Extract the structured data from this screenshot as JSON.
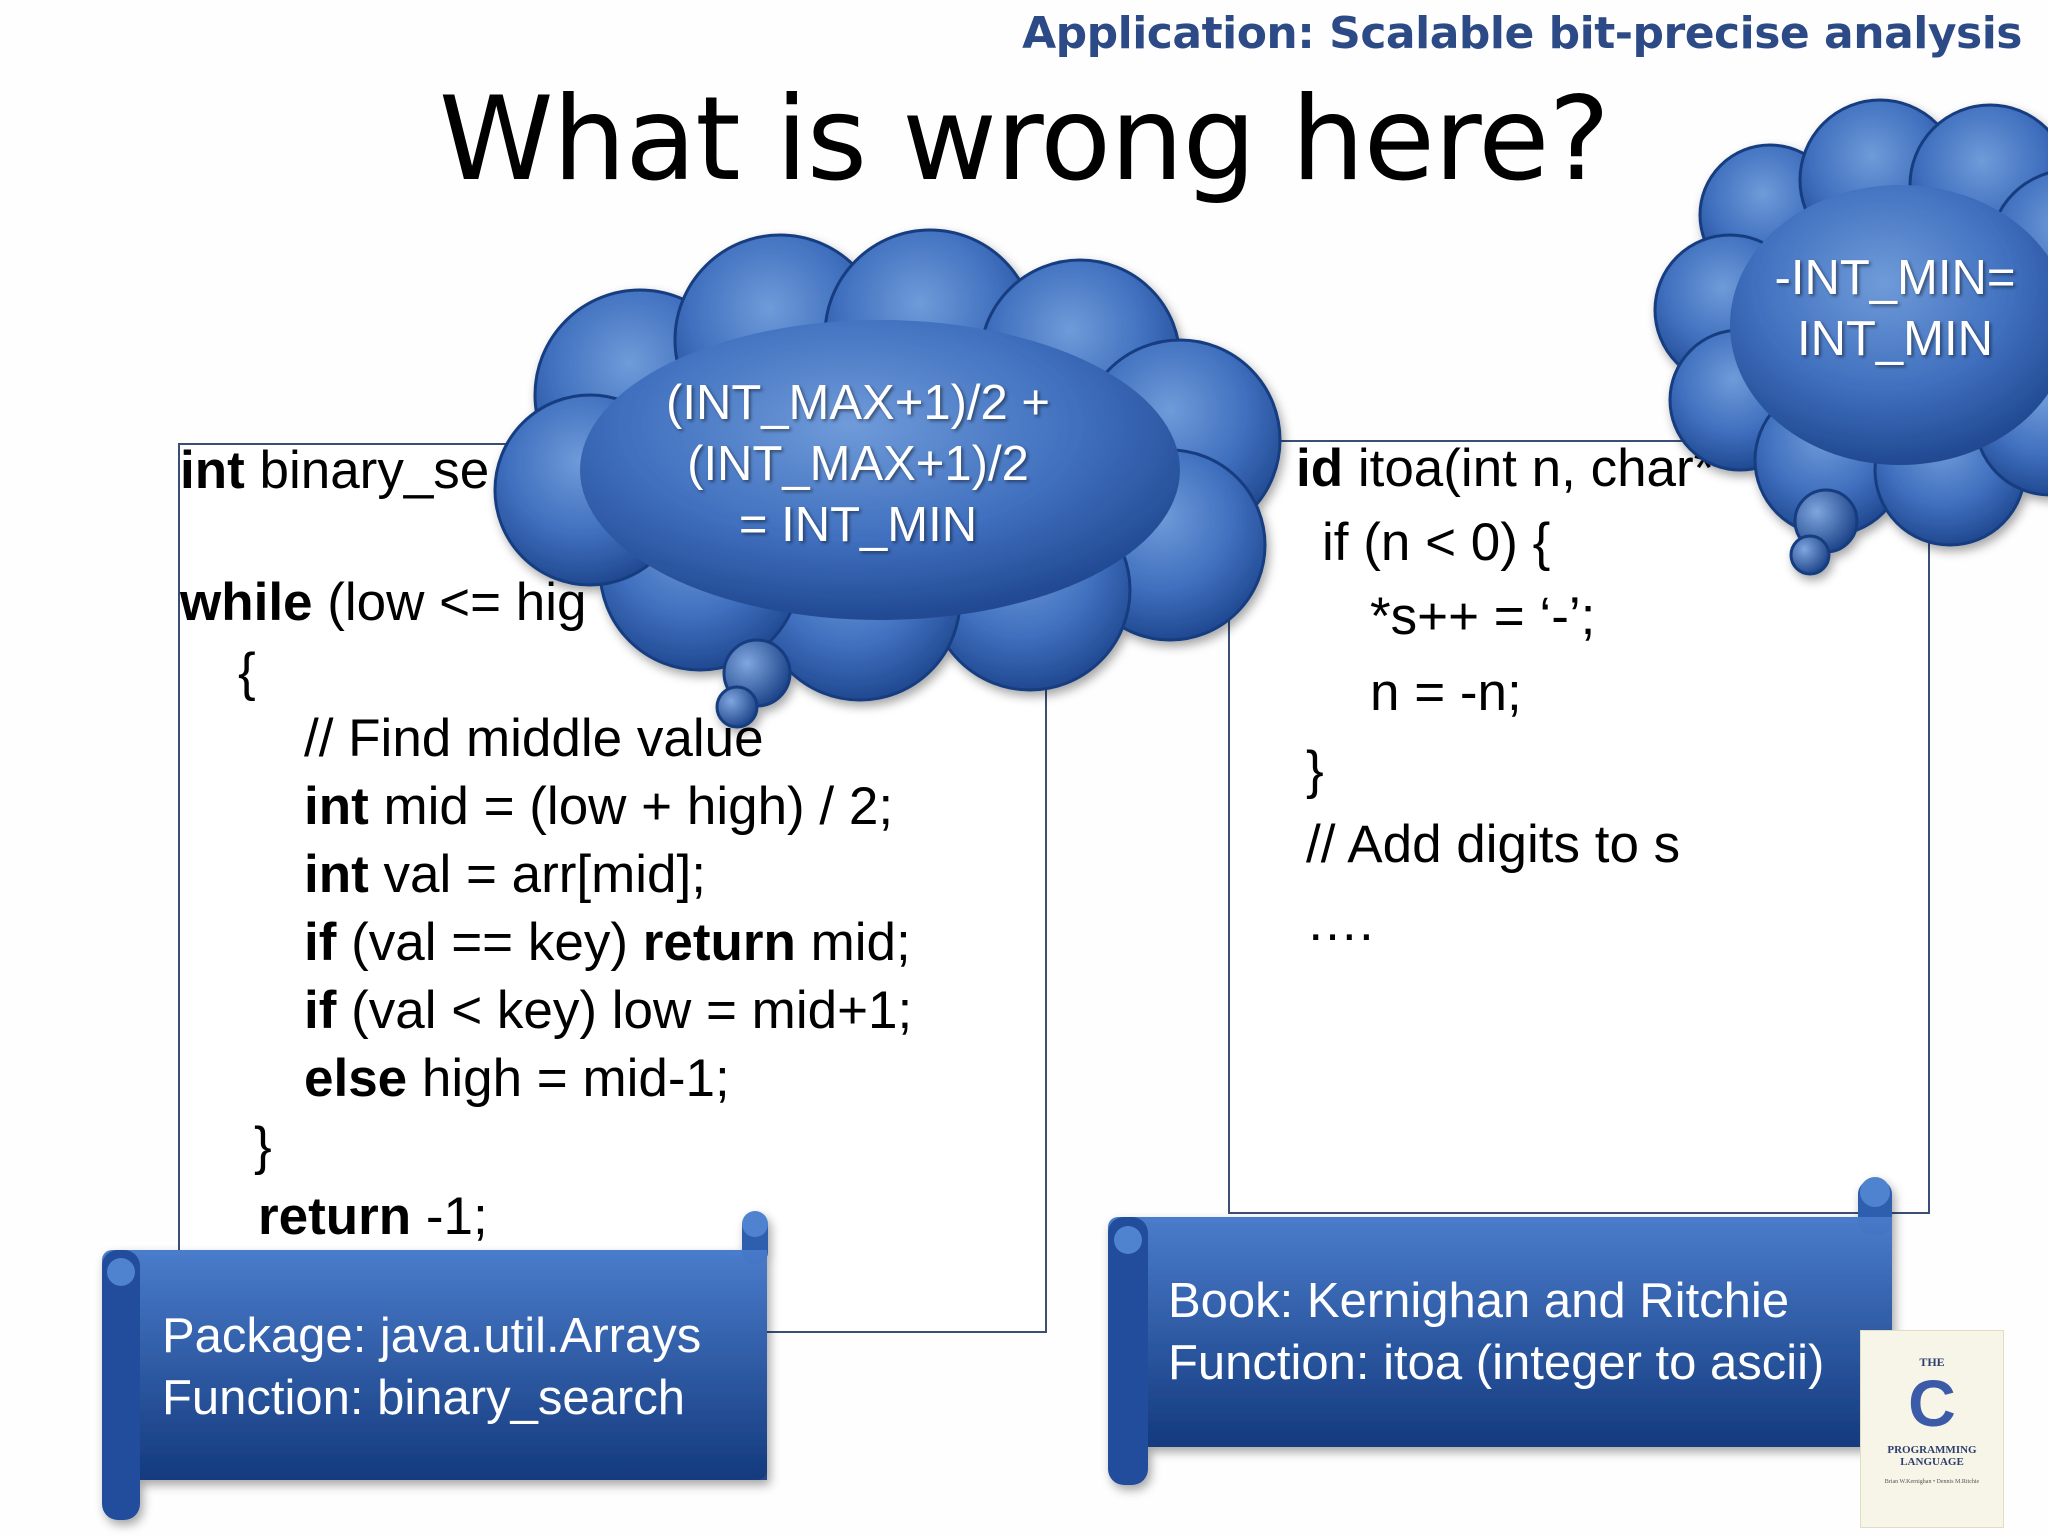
{
  "header": {
    "application": "Application: Scalable bit-precise analysis",
    "title": "What is wrong here?"
  },
  "left_code": {
    "lines": [
      {
        "kw": "int",
        "rest": " binary_se"
      },
      {
        "kw": "",
        "rest": ""
      },
      {
        "kw": "while",
        "rest": " (low <= hig"
      },
      {
        "kw": "",
        "rest": "{"
      },
      {
        "kw": "",
        "rest": "// Find middle value"
      },
      {
        "kw": "int",
        "rest": " mid = (low + high) / 2;"
      },
      {
        "kw": "int",
        "rest": " val = arr[mid];"
      },
      {
        "kw": "if",
        "rest": " (val == key) ",
        "kw2": "return",
        "rest2": " mid;"
      },
      {
        "kw": "if",
        "rest": " (val < key) low = mid+1;"
      },
      {
        "kw": "else",
        "rest": " high = mid-1;"
      },
      {
        "kw": "",
        "rest": "}"
      },
      {
        "kw": "return",
        "rest": " -1;"
      }
    ]
  },
  "right_code": {
    "lines": [
      {
        "kw": "id",
        "rest": " itoa(int n, char*"
      },
      {
        "kw": "",
        "rest": "if (n < 0) {"
      },
      {
        "kw": "",
        "rest": "*s++ = ‘-’;"
      },
      {
        "kw": "",
        "rest": "n = -n;"
      },
      {
        "kw": "",
        "rest": "}"
      },
      {
        "kw": "",
        "rest": "// Add digits to s"
      },
      {
        "kw": "",
        "rest": "…."
      }
    ]
  },
  "callouts": {
    "middle": {
      "line1": "(INT_MAX+1)/2 +",
      "line2": "(INT_MAX+1)/2",
      "line3": "= INT_MIN"
    },
    "right": {
      "line1": "-INT_MIN=",
      "line2": "INT_MIN"
    }
  },
  "scrolls": {
    "left": {
      "line1": "Package: java.util.Arrays",
      "line2": "Function: binary_search"
    },
    "right": {
      "line1": "Book: Kernighan and Ritchie",
      "line2": "Function: itoa (integer to ascii)"
    }
  },
  "book": {
    "the": "THE",
    "letter": "C",
    "subtitle": "PROGRAMMING LANGUAGE",
    "authors": "Brian W.Kernighan • Dennis M.Ritchie"
  },
  "colors": {
    "cloud_light": "#5b8bd0",
    "cloud_dark": "#1f4b94",
    "scroll_light": "#3f6fbf",
    "scroll_dark": "#15397a",
    "header_blue": "#2c4a86"
  }
}
